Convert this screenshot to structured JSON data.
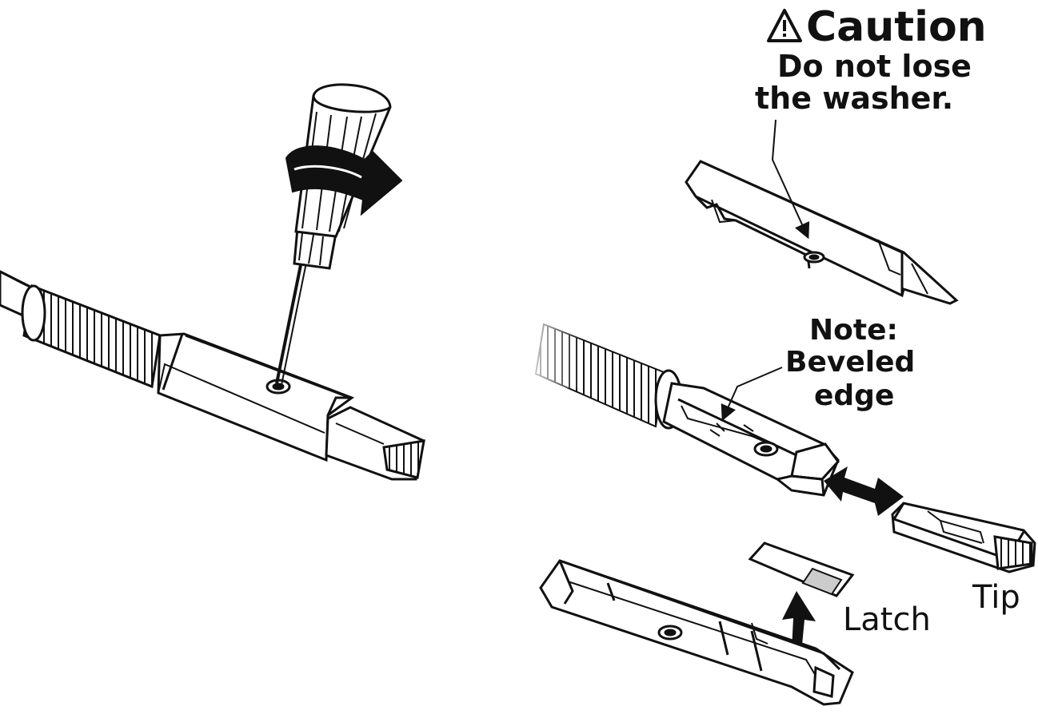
{
  "labels": {
    "caution_title": "Caution",
    "caution_line1": "Do not lose",
    "caution_line2": "the washer.",
    "note_title": "Note:",
    "note_line1": "Beveled",
    "note_line2": "edge",
    "tip": "Tip",
    "latch": "Latch"
  },
  "icons": {
    "caution": "warning-triangle-icon",
    "rotation": "rotation-arrow-icon",
    "double_arrow": "double-arrow-icon"
  }
}
